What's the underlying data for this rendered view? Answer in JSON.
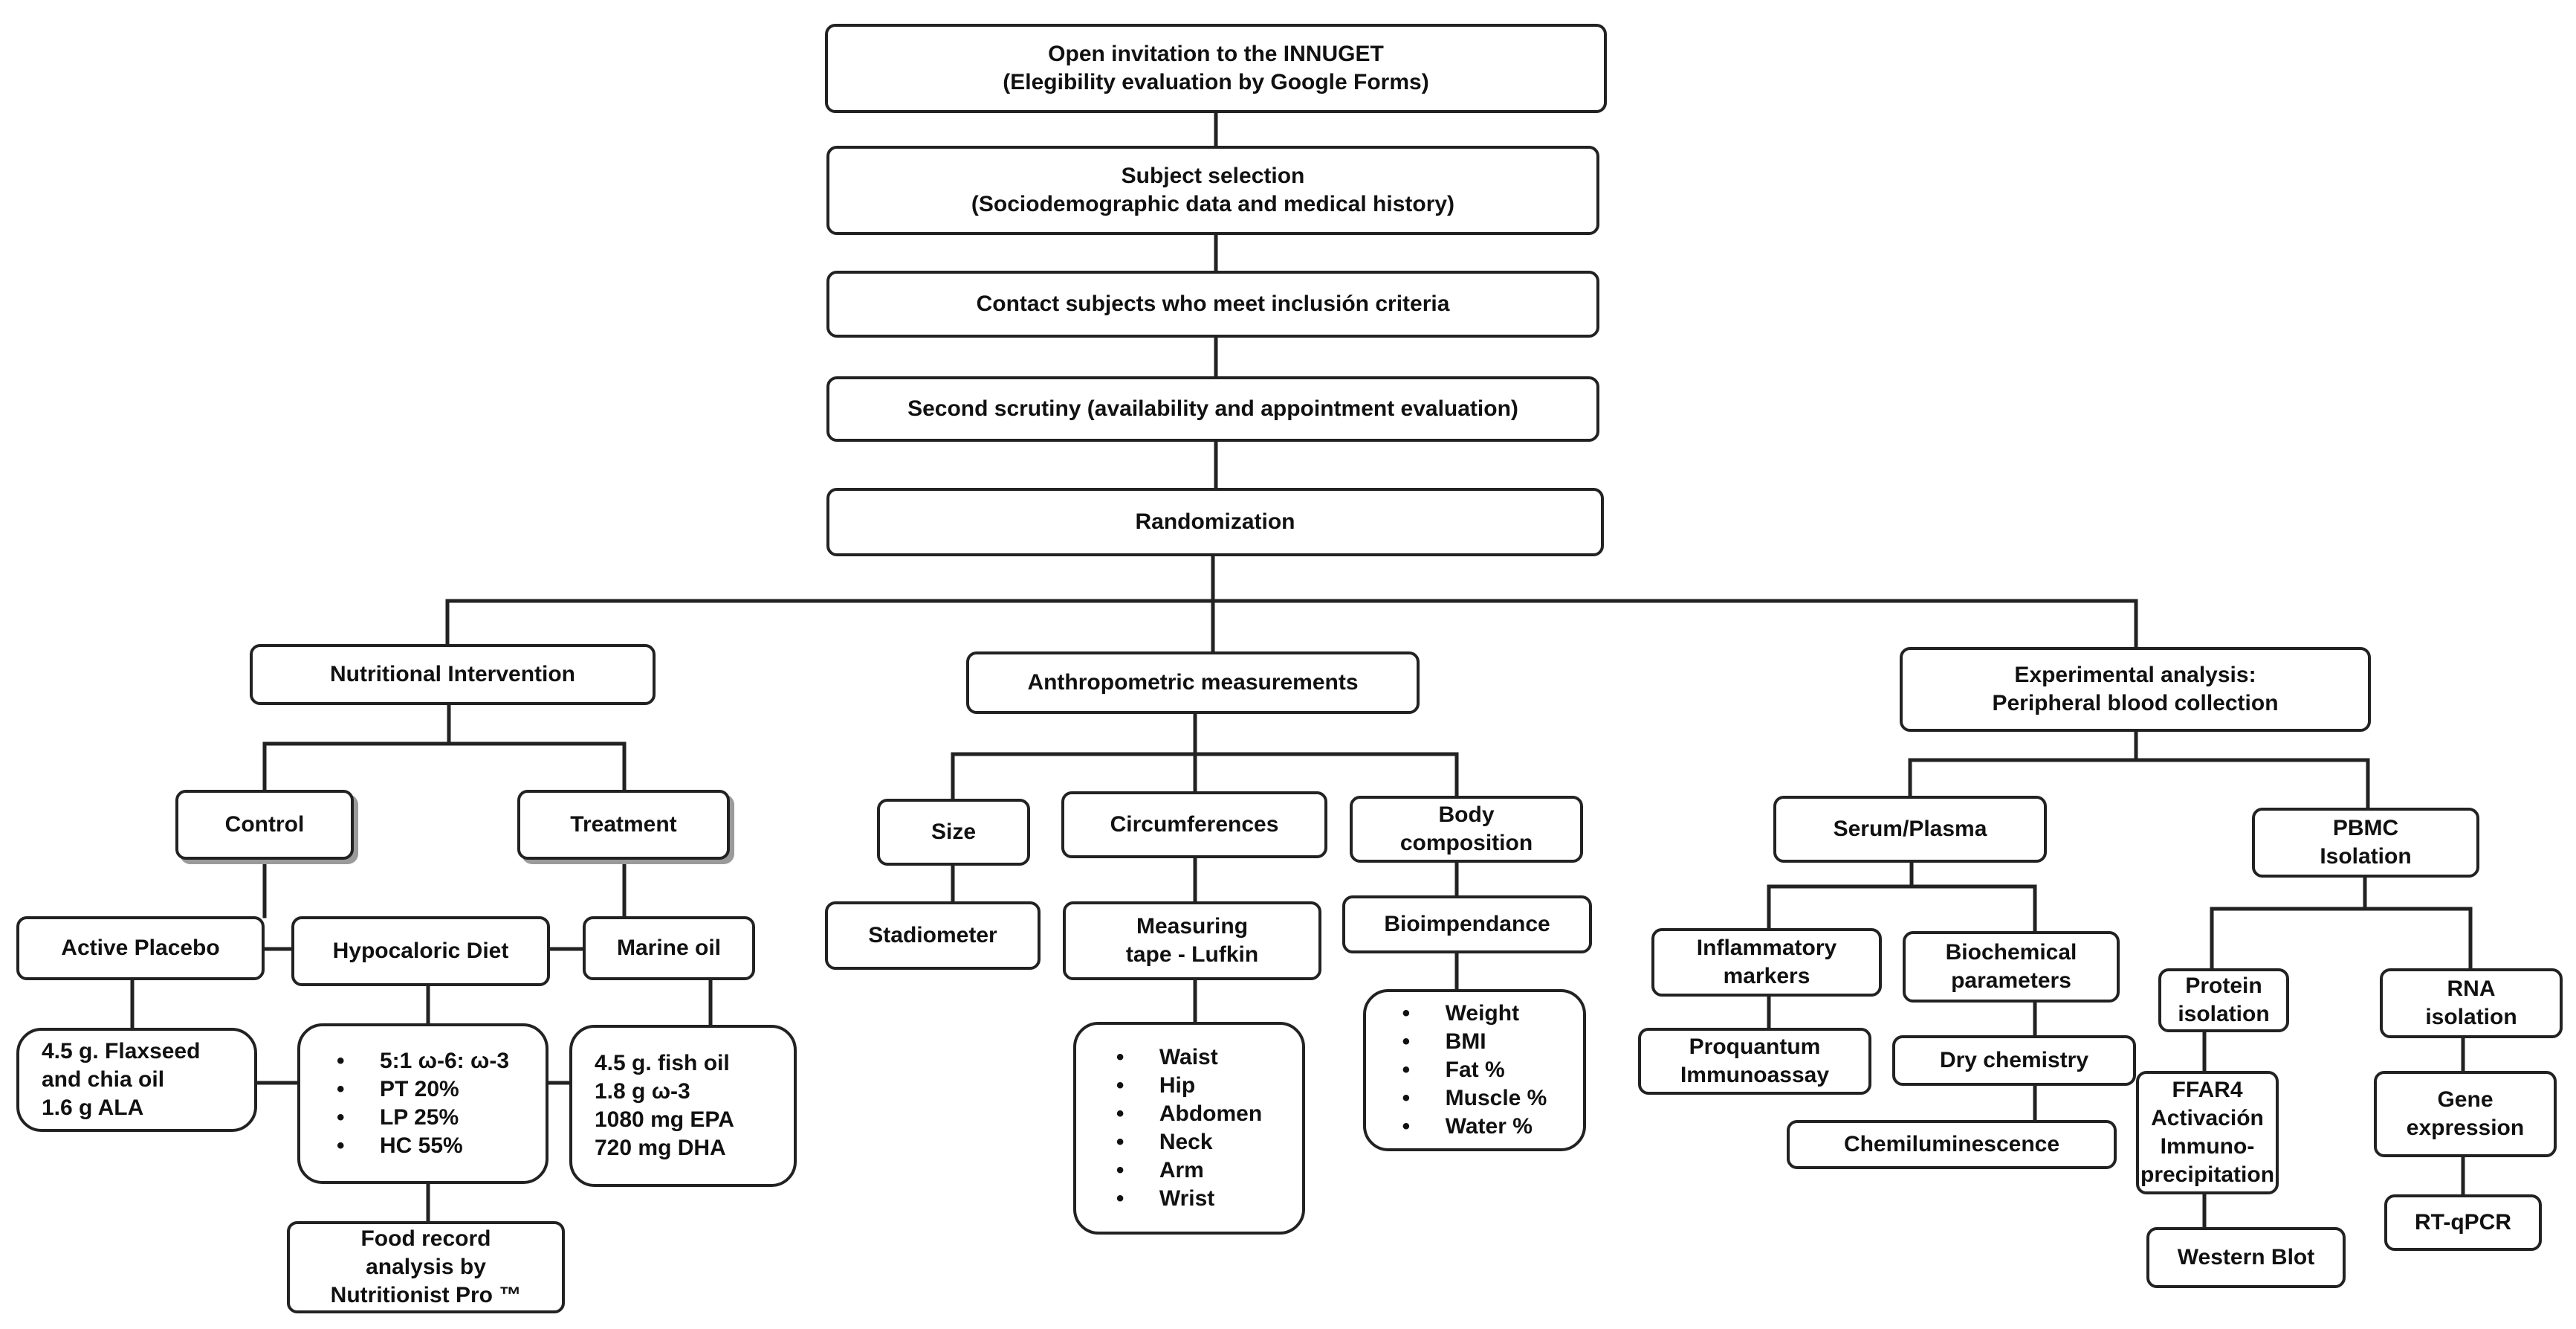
{
  "nodes": {
    "invitation": [
      "Open invitation to the INNUGET",
      "(Elegibility evaluation by Google Forms)"
    ],
    "selection": [
      "Subject selection",
      "(Sociodemographic data and medical history)"
    ],
    "contact": [
      "Contact subjects who meet inclusión criteria"
    ],
    "scrutiny": [
      "Second scrutiny (availability and appointment evaluation)"
    ],
    "randomization": [
      "Randomization"
    ],
    "nutritional": [
      "Nutritional Intervention"
    ],
    "anthropometric": [
      "Anthropometric measurements"
    ],
    "experimental": [
      "Experimental analysis:",
      "Peripheral blood collection"
    ],
    "control": [
      "Control"
    ],
    "treatment": [
      "Treatment"
    ],
    "active_placebo": [
      "Active Placebo"
    ],
    "hypocaloric": [
      "Hypocaloric Diet"
    ],
    "marine_oil": [
      "Marine oil"
    ],
    "placebo_detail": [
      "4.5 g. Flaxseed",
      "and chia oil",
      "1.6 g ALA"
    ],
    "diet_detail": [
      "5:1 ω-6: ω-3",
      "PT 20%",
      "LP 25%",
      "HC 55%"
    ],
    "fish_detail": [
      "4.5 g. fish oil",
      "1.8 g ω-3",
      "1080 mg EPA",
      "720 mg DHA"
    ],
    "food_record": [
      "Food record",
      "analysis by",
      "Nutritionist Pro ™"
    ],
    "size": [
      "Size"
    ],
    "circumferences": [
      "Circumferences"
    ],
    "body_composition": [
      "Body",
      "composition"
    ],
    "stadiometer": [
      "Stadiometer"
    ],
    "measuring_tape": [
      "Measuring",
      "tape - Lufkin"
    ],
    "bioimpedance": [
      "Bioimpendance"
    ],
    "circ_list": [
      "Waist",
      "Hip",
      "Abdomen",
      "Neck",
      "Arm",
      "Wrist"
    ],
    "body_list": [
      "Weight",
      "BMI",
      "Fat %",
      "Muscle %",
      "Water %"
    ],
    "serum_plasma": [
      "Serum/Plasma"
    ],
    "pbmc": [
      "PBMC",
      "Isolation"
    ],
    "inflammatory": [
      "Inflammatory",
      "markers"
    ],
    "biochemical": [
      "Biochemical",
      "parameters"
    ],
    "proquantum": [
      "Proquantum",
      "Immunoassay"
    ],
    "dry_chemistry": [
      "Dry chemistry"
    ],
    "chemiluminescence": [
      "Chemiluminescence"
    ],
    "protein_isolation": [
      "Protein",
      "isolation"
    ],
    "rna_isolation": [
      "RNA",
      "isolation"
    ],
    "ffar4": [
      "FFAR4",
      "Activación",
      "Immuno-",
      "precipitation"
    ],
    "gene_expression": [
      "Gene",
      "expression"
    ],
    "western_blot": [
      "Western Blot"
    ],
    "rt_qpcr": [
      "RT-qPCR"
    ]
  },
  "bullet_char": "•",
  "line_color": "#222222"
}
